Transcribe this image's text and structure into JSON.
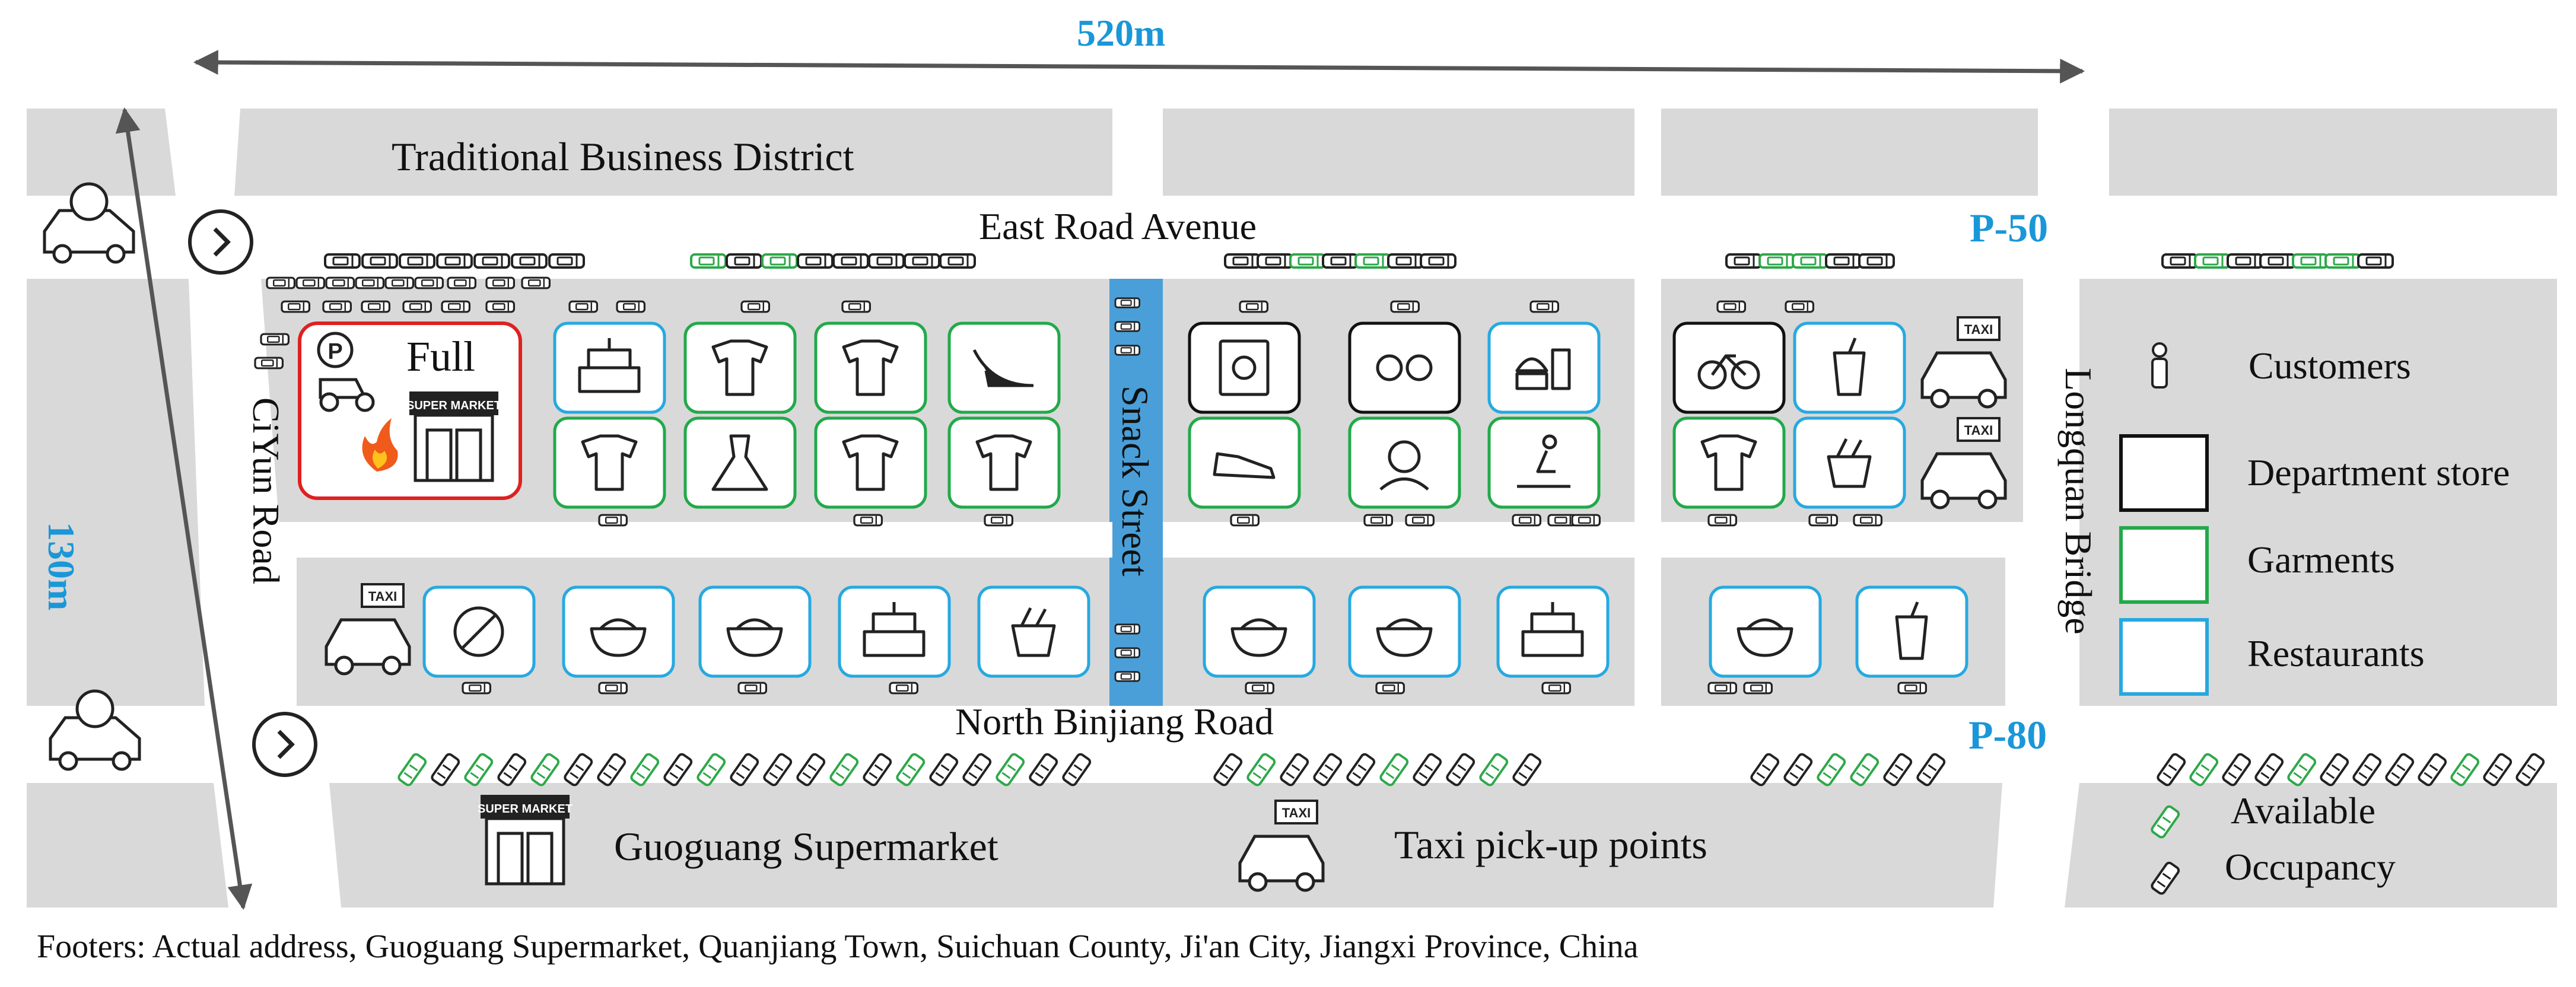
{
  "colors": {
    "block": "#d9d9d9",
    "department": "#111111",
    "garments": "#22a94a",
    "restaurants": "#26a9e0",
    "full": "#e02020",
    "measure": "#1a97d8",
    "snack_street": "#4a9fd8",
    "available": "#2ea84a",
    "occupied": "#222222"
  },
  "labels": {
    "district": "Traditional Business District",
    "east_road": "East Road Avenue",
    "north_road": "North Binjiang  Road",
    "ciyun_road": "CiYun Road",
    "snack_street": "Snack Street",
    "longquan_bridge": "Longquan Bridge",
    "width_m": "520m",
    "height_m": "130m",
    "parking_top": "P-50",
    "parking_bottom": "P-80",
    "full": "Full",
    "supermarket_sign": "SUPER MARKET",
    "taxi_sign": "TAXI",
    "guoguang": "Guoguang Supermarket",
    "taxi_points": "Taxi pick-up points"
  },
  "legend": {
    "customers": "Customers",
    "department": "Department store",
    "garments": "Garments",
    "restaurants": "Restaurants",
    "available": "Available",
    "occupancy": "Occupancy"
  },
  "footer": "Footers: Actual address,   Guoguang  Supermarket,  Quanjiang  Town,  Suichuan  County,  Ji'an City, Jiangxi Province, China",
  "stores": {
    "row1": [
      {
        "category": "restaurants",
        "icon": "cake-icon"
      },
      {
        "category": "garments",
        "icon": "baby-clothes-icon"
      },
      {
        "category": "garments",
        "icon": "shirt-pants-icon"
      },
      {
        "category": "garments",
        "icon": "high-heel-icon"
      },
      {
        "category": "department",
        "icon": "book-icon"
      },
      {
        "category": "department",
        "icon": "glasses-icon"
      },
      {
        "category": "restaurants",
        "icon": "burger-drink-icon"
      },
      {
        "category": "department",
        "icon": "bicycle-icon"
      },
      {
        "category": "restaurants",
        "icon": "dessert-cup-icon"
      }
    ],
    "row2": [
      {
        "category": "garments",
        "icon": "clothes-rack-icon"
      },
      {
        "category": "garments",
        "icon": "dress-icon"
      },
      {
        "category": "garments",
        "icon": "hanging-clothes-icon"
      },
      {
        "category": "garments",
        "icon": "jacket-icon"
      },
      {
        "category": "garments",
        "icon": "sneaker-icon"
      },
      {
        "category": "garments",
        "icon": "hair-salon-icon"
      },
      {
        "category": "garments",
        "icon": "fitness-icon"
      },
      {
        "category": "garments",
        "icon": "couple-outfit-icon"
      },
      {
        "category": "restaurants",
        "icon": "salad-box-icon"
      }
    ],
    "row3": [
      {
        "category": "restaurants",
        "icon": "no-food-icon"
      },
      {
        "category": "restaurants",
        "icon": "noodle-bowl-icon"
      },
      {
        "category": "restaurants",
        "icon": "rice-bowl-icon"
      },
      {
        "category": "restaurants",
        "icon": "birthday-cake-icon"
      },
      {
        "category": "restaurants",
        "icon": "takeout-box-icon"
      },
      {
        "category": "restaurants",
        "icon": "noodle-bowl-icon"
      },
      {
        "category": "restaurants",
        "icon": "rice-bowl-icon"
      },
      {
        "category": "restaurants",
        "icon": "birthday-cake-icon"
      },
      {
        "category": "restaurants",
        "icon": "pho-bowl-icon"
      },
      {
        "category": "restaurants",
        "icon": "bubble-tea-icon"
      }
    ]
  }
}
